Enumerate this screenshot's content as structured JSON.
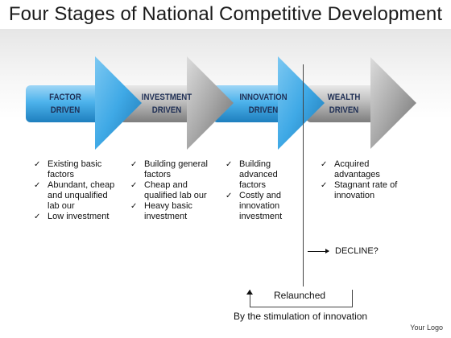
{
  "title": "Four Stages of National Competitive Development",
  "colors": {
    "blue": "#3fa9e6",
    "blue_dark": "#1e7fbe",
    "gray": "#a8a8a8",
    "gray_dark": "#6f6f6f",
    "label": "#1f2f55"
  },
  "stages": [
    {
      "line1": "FACTOR",
      "line2": "DRIVEN",
      "color": "blue",
      "bullets": [
        "Existing basic factors",
        "Abundant, cheap  and unqualified lab our",
        "Low investment"
      ]
    },
    {
      "line1": "INVESTMENT",
      "line2": "DRIVEN",
      "color": "gray",
      "bullets": [
        "Building general factors",
        "Cheap and qualified lab our",
        "Heavy basic investment"
      ]
    },
    {
      "line1": "INNOVATION",
      "line2": "DRIVEN",
      "color": "blue",
      "bullets": [
        "Building advanced factors",
        "Costly and innovation investment"
      ]
    },
    {
      "line1": "WEALTH",
      "line2": "DRIVEN",
      "color": "gray",
      "bullets": [
        "Acquired advantages",
        "Stagnant rate of innovation"
      ]
    }
  ],
  "decline_label": "DECLINE?",
  "relaunched_label": "Relaunched",
  "stimulation_label": "By the stimulation of innovation",
  "logo_text": "Your Logo"
}
